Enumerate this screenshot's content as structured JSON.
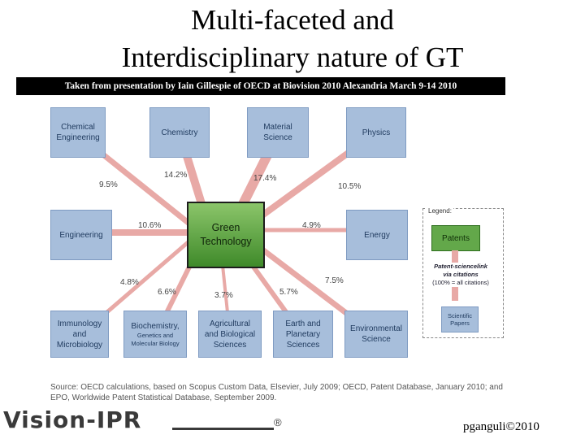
{
  "title": {
    "line1": "Multi-faceted and",
    "line2": "Interdisciplinary nature of GT"
  },
  "banner": "Taken from presentation by Iain Gillespie of OECD at Biovision 2010 Alexandria March 9-14 2010",
  "diagram": {
    "center": [
      "Green",
      "Technology"
    ],
    "nodes": {
      "chemical_engineering": [
        "Chemical",
        "Engineering"
      ],
      "chemistry": "Chemistry",
      "material_science": [
        "Material",
        "Science"
      ],
      "physics": "Physics",
      "engineering": "Engineering",
      "energy": "Energy",
      "immunology": [
        "Immunology",
        "and",
        "Microbiology"
      ],
      "biochemistry": "Biochemistry,",
      "biochemistry_sub": [
        "Genetics and",
        "Molecular Biology"
      ],
      "agricultural": [
        "Agricultural",
        "and Biological",
        "Sciences"
      ],
      "earth": [
        "Earth and",
        "Planetary",
        "Sciences"
      ],
      "environmental": [
        "Environmental",
        "Science"
      ]
    },
    "percentages": {
      "chemical_engineering": "9.5%",
      "chemistry": "14.2%",
      "material_science": "17.4%",
      "physics": "10.5%",
      "engineering": "10.6%",
      "energy": "4.9%",
      "immunology": "4.8%",
      "biochemistry": "6.6%",
      "agricultural": "3.7%",
      "earth": "5.7%",
      "environmental": "7.5%"
    },
    "legend": {
      "title": "Legend:",
      "patents": "Patents",
      "link_title": [
        "Patent-sciencelink",
        "via citations"
      ],
      "link_note": "(100% = all citations)",
      "papers": [
        "Scientific",
        "Papers"
      ]
    },
    "colors": {
      "node": "#a7bedb",
      "link": "#e8a9a6",
      "center": "#5aa63c"
    }
  },
  "source": "Source: OECD calculations, based on Scopus Custom Data, Elsevier, July 2009; OECD, Patent Database, January 2010; and EPO, Worldwide Patent Statistical Database, September 2009.",
  "logo": "Vision-IPR",
  "logo_mark": "®",
  "author": "pganguli©2010"
}
